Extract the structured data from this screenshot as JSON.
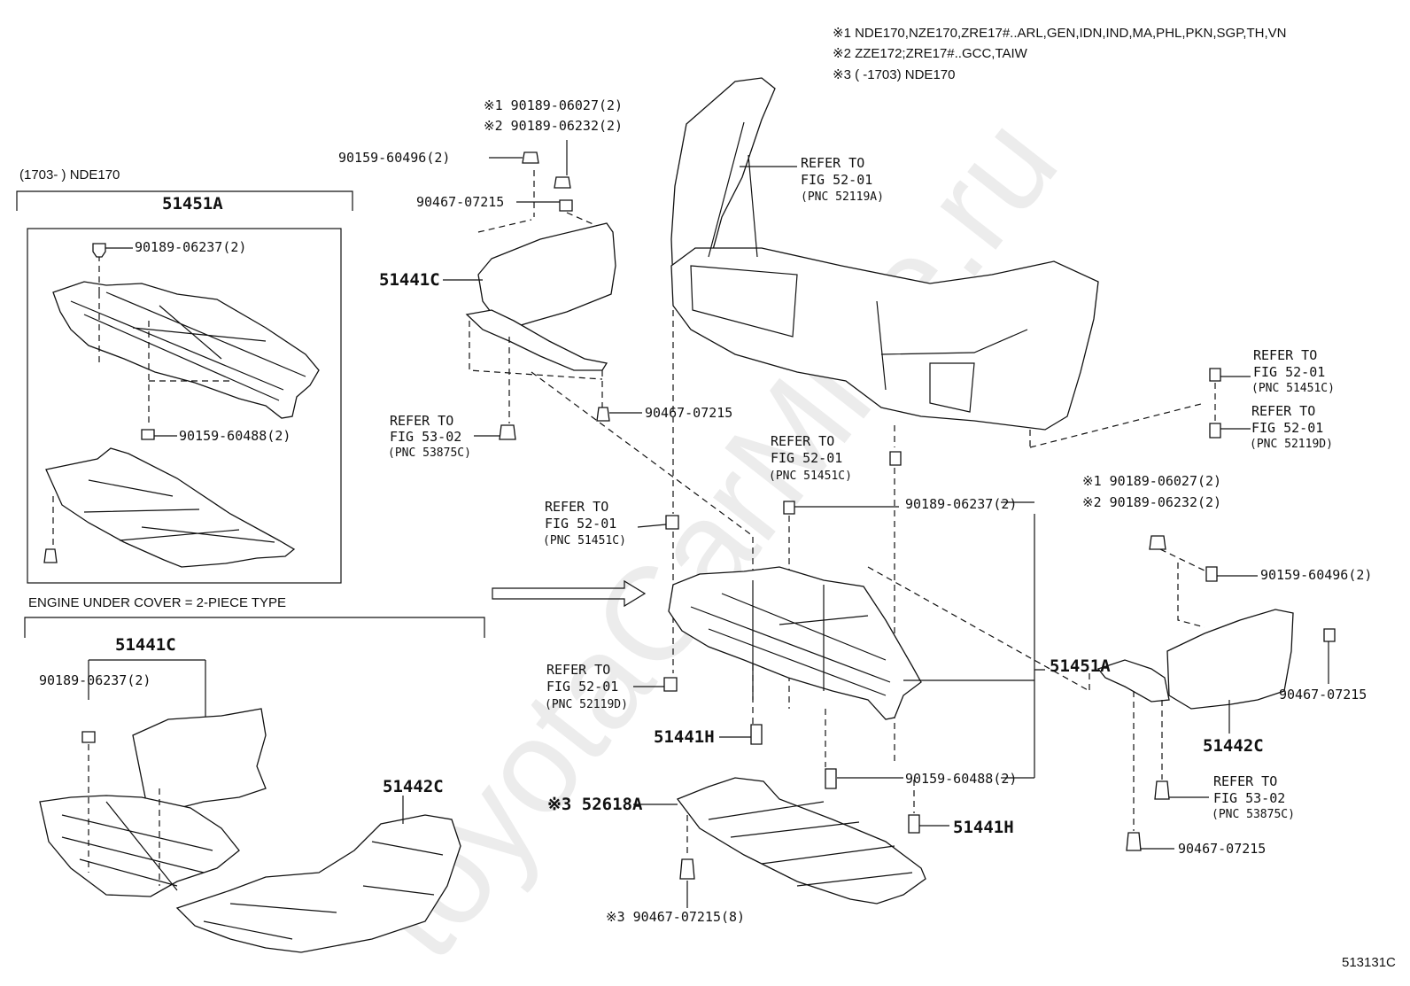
{
  "notes": {
    "n1": "※1 NDE170,NZE170,ZRE17#..ARL,GEN,IDN,IND,MA,PHL,PKN,SGP,TH,VN",
    "n2": "※2 ZZE172;ZRE17#..GCC,TAIW",
    "n3": "※3 (     -1703) NDE170"
  },
  "inset_top": {
    "range": "(1703-     ) NDE170",
    "part": "51451A",
    "clip": "90189-06237(2)",
    "bolt": "90159-60488(2)"
  },
  "inset_bottom": {
    "title": "ENGINE UNDER COVER = 2-PIECE TYPE",
    "left_part": "51441C",
    "right_part": "51442C",
    "clip": "90189-06237(2)"
  },
  "upper_left": {
    "n1_clip": "※1 90189-06027(2)",
    "n2_clip": "※2 90189-06232(2)",
    "screw": "90159-60496(2)",
    "clip": "90467-07215",
    "cover": "51441C",
    "clip_lower": "90467-07215",
    "ref1": "REFER TO",
    "ref2": "FIG 53-02",
    "ref3": "(PNC 53875C)"
  },
  "bumper": {
    "ref1": "REFER TO",
    "ref2": "FIG 52-01",
    "ref3": "(PNC 52119A)"
  },
  "right_refs": {
    "a1": "REFER TO",
    "a2": "FIG 52-01",
    "a3": "(PNC 51451C)",
    "b1": "REFER TO",
    "b2": "FIG 52-01",
    "b3": "(PNC 52119D)"
  },
  "center": {
    "r1a": "REFER TO",
    "r1b": "FIG 52-01",
    "r1c": "(PNC 51451C)",
    "r2a": "REFER TO",
    "r2b": "FIG 52-01",
    "r2c": "(PNC 51451C)",
    "r3a": "REFER TO",
    "r3b": "FIG 52-01",
    "r3c": "(PNC 52119D)",
    "clip": "90189-06237(2)",
    "main_part": "51451A",
    "bolt": "90159-60488(2)",
    "bolt_h1": "51441H",
    "bolt_h2": "51441H",
    "cover_n3": "※3 52618A",
    "clip_n3": "※3 90467-07215(8)"
  },
  "right_group": {
    "n1_clip": "※1 90189-06027(2)",
    "n2_clip": "※2 90189-06232(2)",
    "screw": "90159-60496(2)",
    "clip": "90467-07215",
    "cover": "51442C",
    "ref1": "REFER TO",
    "ref2": "FIG 53-02",
    "ref3": "(PNC 53875C)",
    "clip_lower": "90467-07215"
  },
  "figure_id": "513131C",
  "watermark": "toyotaCarMine.ru"
}
